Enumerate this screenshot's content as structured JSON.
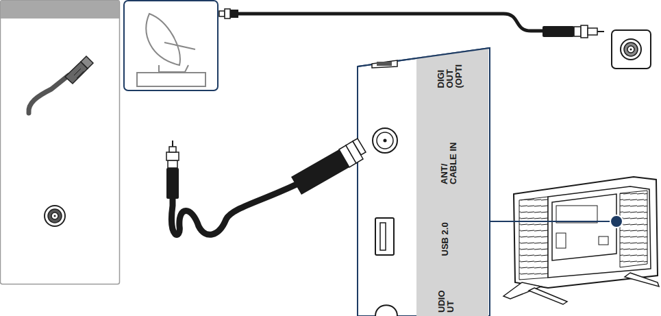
{
  "diagram": {
    "labels": [
      "DIGI OUT (OPTI",
      "ANT/ CABLE IN",
      "USB 2.0",
      "UDIO UT"
    ]
  }
}
